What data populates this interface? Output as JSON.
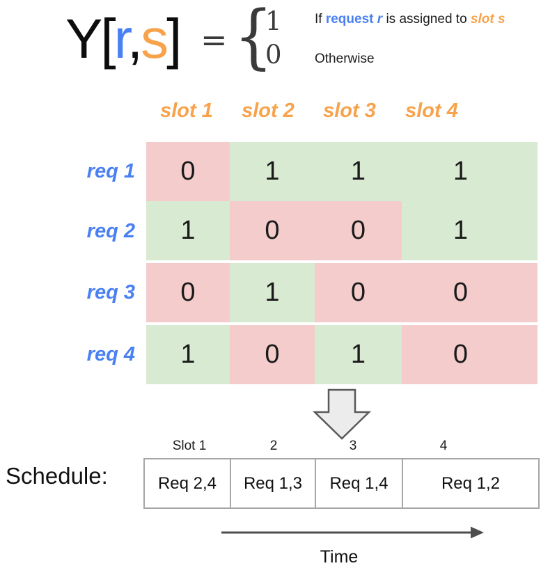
{
  "colors": {
    "request_blue": "#4a80f2",
    "slot_orange": "#f8a24c",
    "cell_one_green": "#d9ead3",
    "cell_zero_pink": "#f4cccc",
    "arrow_gray": "#595959",
    "arrow_fill": "#ececec",
    "time_arrow_gray": "#4d4d4d",
    "schedule_border_gray": "#a6a6a6"
  },
  "formula": {
    "variable": "Y[",
    "index_r": "r",
    "comma": ",",
    "index_s": "s",
    "bracket_close": "]",
    "equals": "=",
    "brace": "{",
    "case_one_value": "1",
    "case_zero_value": "0",
    "cond_if": "If ",
    "cond_request": "request",
    "cond_r": " r",
    "cond_assigned": " is assigned to ",
    "cond_slot": "slot s",
    "cond_otherwise": "Otherwise"
  },
  "matrix": {
    "col_headers": [
      "slot 1",
      "slot 2",
      "slot 3",
      "slot 4"
    ],
    "row_headers": [
      "req 1",
      "req 2",
      "req 3",
      "req 4"
    ],
    "values": [
      [
        0,
        1,
        1,
        1
      ],
      [
        1,
        0,
        0,
        1
      ],
      [
        0,
        1,
        0,
        0
      ],
      [
        1,
        0,
        1,
        0
      ]
    ],
    "colors": {
      "one": "#d9ead3",
      "zero": "#f4cccc"
    }
  },
  "schedule": {
    "label": "Schedule:",
    "slot_labels": [
      "Slot 1",
      "2",
      "3",
      "4"
    ],
    "entries": [
      "Req 2,4",
      "Req 1,3",
      "Req 1,4",
      "Req 1,2"
    ]
  },
  "time_axis": {
    "label": "Time"
  }
}
